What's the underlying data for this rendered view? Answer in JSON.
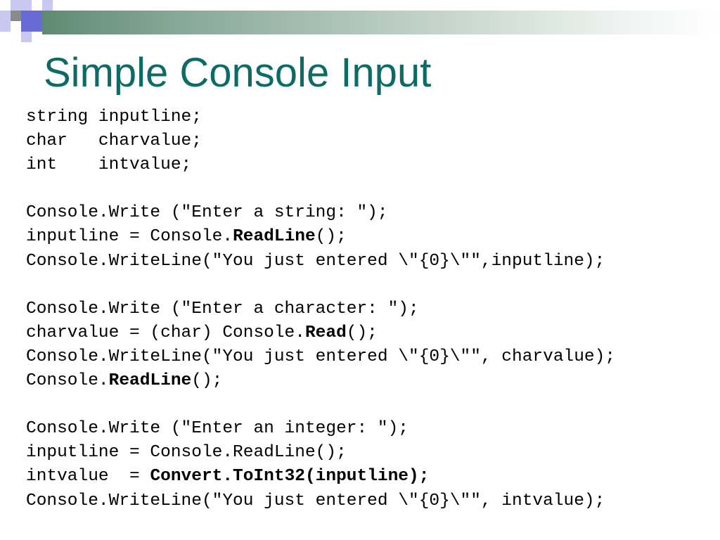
{
  "slide": {
    "title": "Simple Console Input",
    "colors": {
      "title": "#0d6b66",
      "bar_start": "#5f8a72",
      "square_accent": "#6a6ad4",
      "square_light": "#c8c8f0"
    },
    "code_lines": [
      [
        {
          "t": "string inputline;"
        }
      ],
      [
        {
          "t": "char   charvalue;"
        }
      ],
      [
        {
          "t": "int    intvalue;"
        }
      ],
      [],
      [
        {
          "t": "Console.Write (\"Enter a string: \");"
        }
      ],
      [
        {
          "t": "inputline = Console."
        },
        {
          "t": "ReadLine",
          "b": true
        },
        {
          "t": "();"
        }
      ],
      [
        {
          "t": "Console.WriteLine(\"You just entered \\\"{0}\\\"\",inputline);"
        }
      ],
      [],
      [
        {
          "t": "Console.Write (\"Enter a character: \");"
        }
      ],
      [
        {
          "t": "charvalue = (char) Console."
        },
        {
          "t": "Read",
          "b": true
        },
        {
          "t": "();"
        }
      ],
      [
        {
          "t": "Console.WriteLine(\"You just entered \\\"{0}\\\"\", charvalue);"
        }
      ],
      [
        {
          "t": "Console."
        },
        {
          "t": "ReadLine",
          "b": true
        },
        {
          "t": "();"
        }
      ],
      [],
      [
        {
          "t": "Console.Write (\"Enter an integer: \");"
        }
      ],
      [
        {
          "t": "inputline = Console.ReadLine();"
        }
      ],
      [
        {
          "t": "intvalue  = "
        },
        {
          "t": "Convert.ToInt32(inputline);",
          "b": true
        }
      ],
      [
        {
          "t": "Console.WriteLine(\"You just entered \\\"{0}\\\"\", intvalue);"
        }
      ]
    ]
  }
}
